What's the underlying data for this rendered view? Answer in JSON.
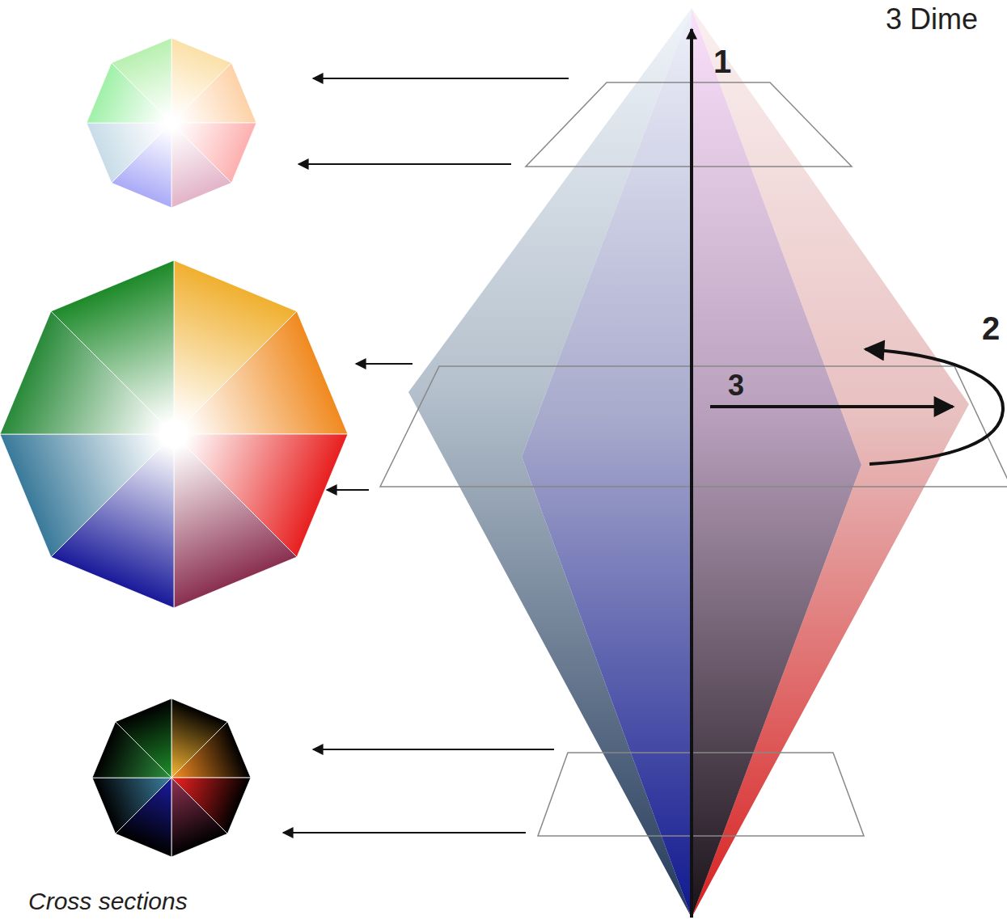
{
  "diagram": {
    "labels": [
      "3 Dime",
      "1",
      "2",
      "3",
      "Cross sections"
    ]
  }
}
